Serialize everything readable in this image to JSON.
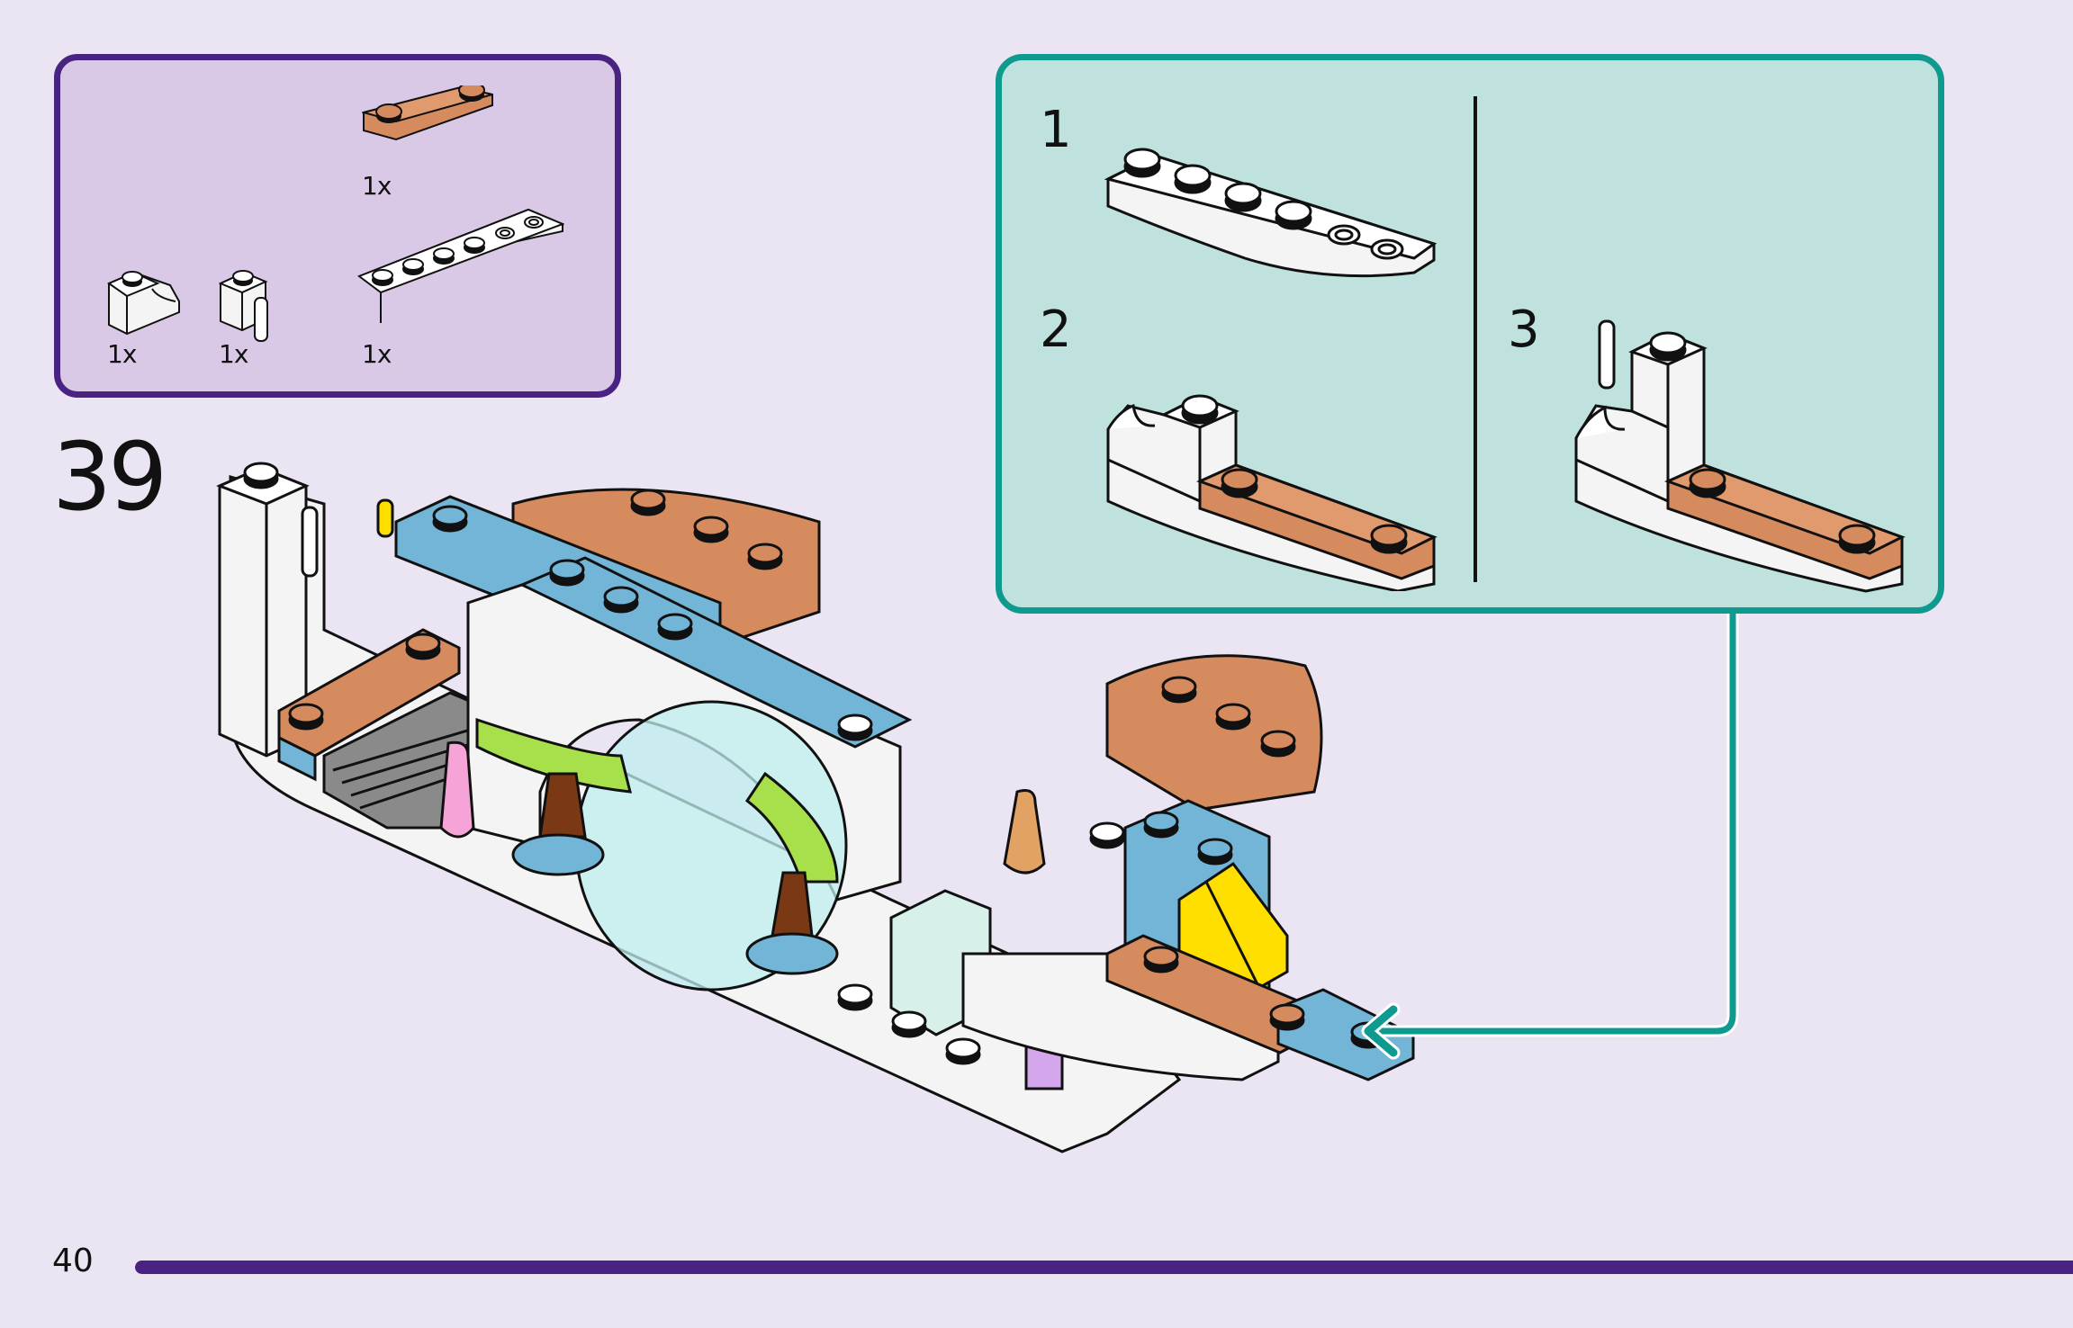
{
  "page": {
    "page_number": "40",
    "progress_fraction": 1.0,
    "colors": {
      "background": "#ebe4f2",
      "parts_box_fill": "#dac9e6",
      "parts_box_border": "#4a2382",
      "sub_assembly_fill": "#bfe2df",
      "sub_assembly_border": "#0f9a90",
      "progress_bar": "#4a2382",
      "brick_tan": "#d68b5e",
      "brick_white": "#f4f4f4",
      "brick_blue": "#72b5d6",
      "brick_yellow": "#ffdf00",
      "brick_lime": "#a7e04a"
    }
  },
  "step": {
    "number": "39"
  },
  "parts_list": {
    "items": [
      {
        "name": "tan-plate-1x4",
        "quantity": "1x"
      },
      {
        "name": "white-slope-curved-1x2",
        "quantity": "1x"
      },
      {
        "name": "white-brick-1x1-clip",
        "quantity": "1x"
      },
      {
        "name": "white-slope-curved-1x6-inverted",
        "quantity": "1x"
      }
    ]
  },
  "sub_assembly": {
    "steps": [
      {
        "number": "1"
      },
      {
        "number": "2"
      },
      {
        "number": "3"
      }
    ]
  }
}
